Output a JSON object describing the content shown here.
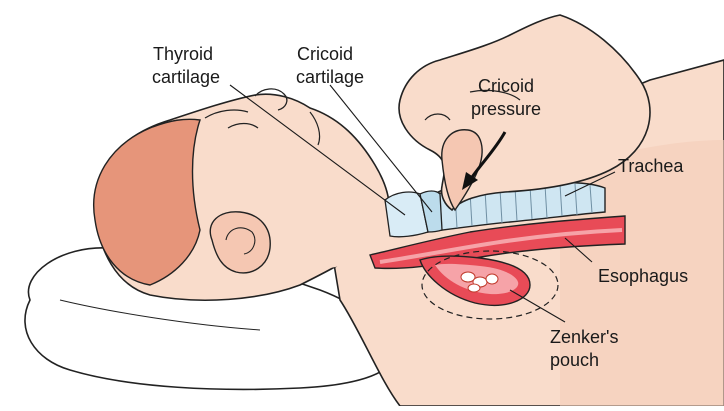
{
  "labels": {
    "thyroid_line1": "Thyroid",
    "thyroid_line2": "cartilage",
    "cricoid_line1": "Cricoid",
    "cricoid_line2": "cartilage",
    "pressure_line1": "Cricoid",
    "pressure_line2": "pressure",
    "trachea": "Trachea",
    "esophagus": "Esophagus",
    "zenker_line1": "Zenker's",
    "zenker_line2": "pouch"
  },
  "colors": {
    "skin": "#f9dccb",
    "skin_shadow": "#efbfa8",
    "hair": "#e6957a",
    "trachea": "#cfe6f2",
    "esophagus": "#e84b57",
    "esophagus_inner": "#f6a3a8",
    "pillow": "#ffffff",
    "outline": "#222222"
  }
}
